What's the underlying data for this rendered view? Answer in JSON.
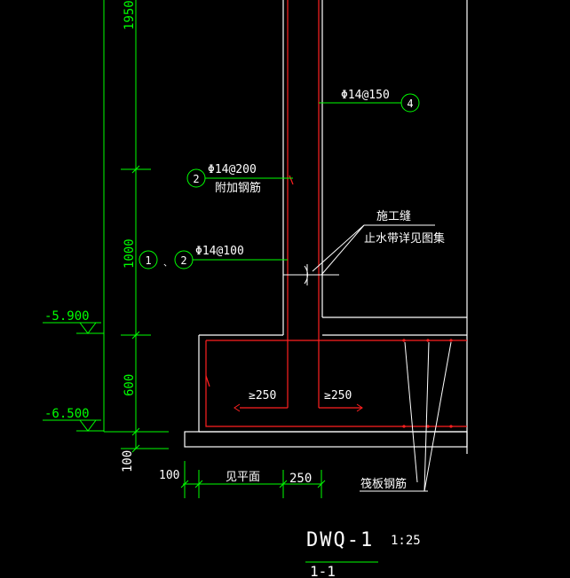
{
  "labels": {
    "dim_1950": "1950",
    "dim_1000": "1000",
    "dim_600": "600",
    "dim_100_vertical": "100",
    "dim_100_horizontal": "100",
    "dim_see_plan": "见平面",
    "dim_250": "250",
    "elev_upper": "-5.900",
    "elev_lower": "-6.500",
    "rebar_4_spec": "Φ14@150",
    "rebar_2_spec_a": "Φ14@200",
    "rebar_2_note": "附加钢筋",
    "rebar_2_spec_b": "Φ14@100",
    "joint_note_1": "施工缝",
    "joint_note_2": "止水带详见图集",
    "anchor_left": "≥250",
    "anchor_right": "≥250",
    "raft_rebar": "筏板钢筋",
    "drawing_title": "DWQ-1",
    "drawing_scale": "1:25",
    "section_mark": "1-1",
    "tag_1": "1",
    "tag_2a": "2",
    "tag_2b": "2",
    "tag_4": "4",
    "tag_separator": "、"
  },
  "colors": {
    "background": "#000000",
    "dimension_green": "#00ff00",
    "rebar_red": "#ff2020",
    "outline_white": "#ffffff"
  }
}
